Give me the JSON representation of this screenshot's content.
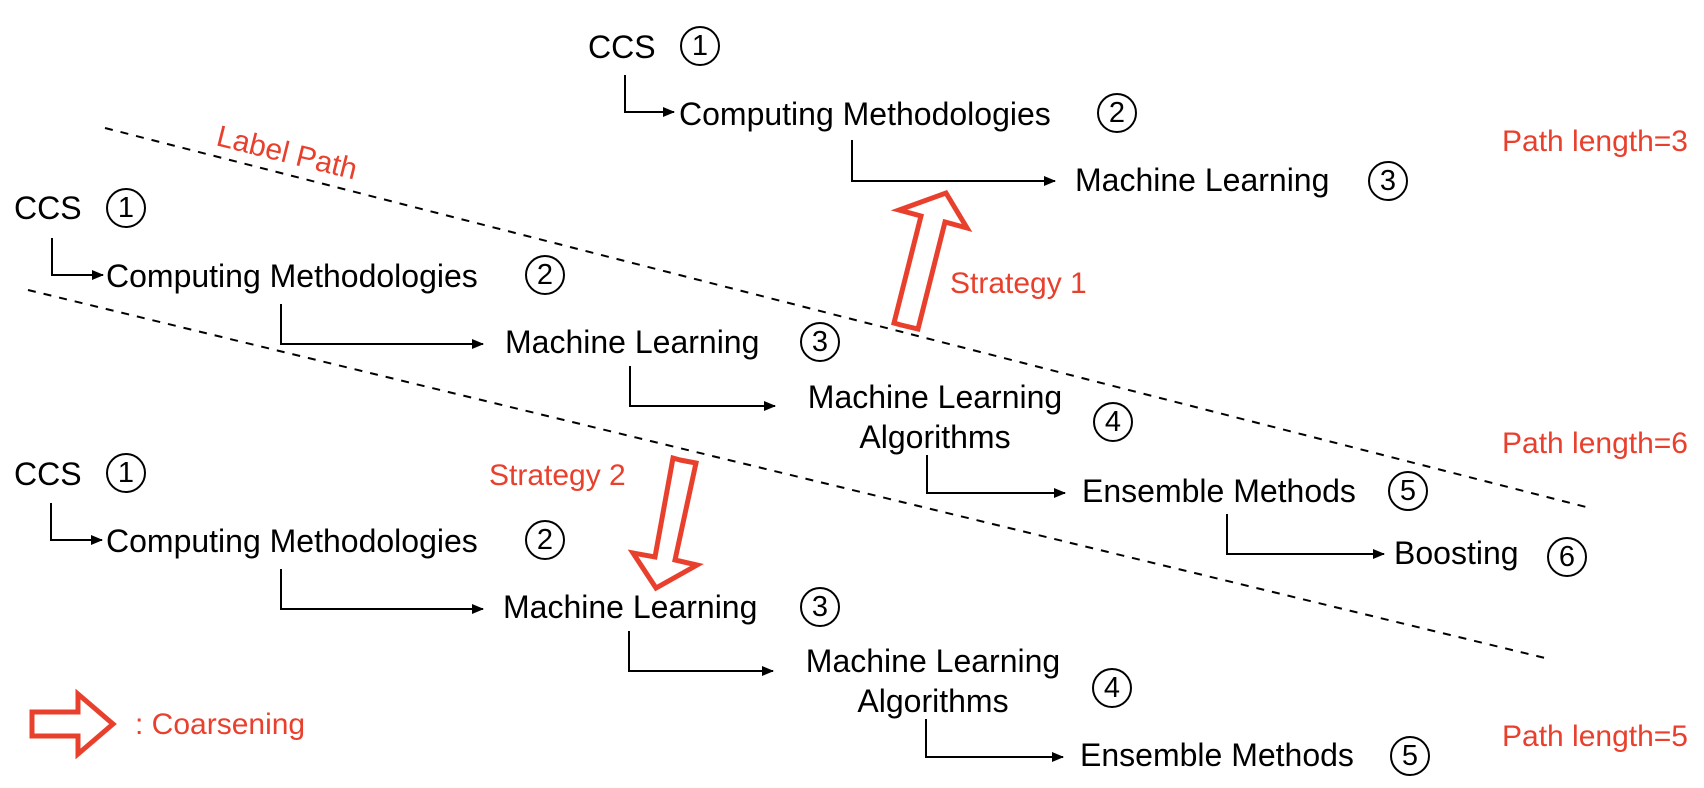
{
  "colors": {
    "accent": "#e8402d",
    "ink": "#000000"
  },
  "annotations": {
    "label_path": "Label Path",
    "strategy1": "Strategy 1",
    "strategy2": "Strategy 2",
    "path_length_top": "Path length=3",
    "path_length_mid": "Path length=6",
    "path_length_bottom": "Path length=5",
    "legend": ": Coarsening"
  },
  "top_path": {
    "n1": "CCS",
    "n2": "Computing Methodologies",
    "n3": "Machine Learning",
    "num1": "1",
    "num2": "2",
    "num3": "3"
  },
  "mid_path": {
    "n1": "CCS",
    "n2": "Computing Methodologies",
    "n3": "Machine Learning",
    "n4_line1": "Machine Learning",
    "n4_line2": "Algorithms",
    "n5": "Ensemble Methods",
    "n6": "Boosting",
    "num1": "1",
    "num2": "2",
    "num3": "3",
    "num4": "4",
    "num5": "5",
    "num6": "6"
  },
  "bottom_path": {
    "n1": "CCS",
    "n2": "Computing Methodologies",
    "n3": "Machine Learning",
    "n4_line1": "Machine Learning",
    "n4_line2": "Algorithms",
    "n5": "Ensemble Methods",
    "num1": "1",
    "num2": "2",
    "num3": "3",
    "num4": "4",
    "num5": "5"
  }
}
